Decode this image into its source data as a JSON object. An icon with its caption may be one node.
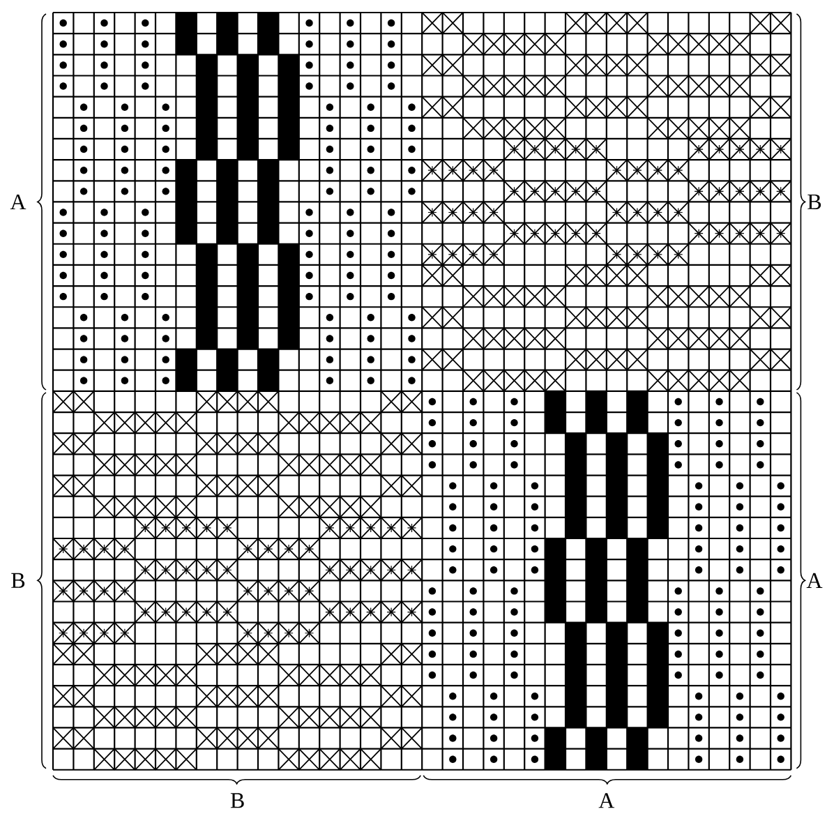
{
  "diagram": {
    "labels": [
      "A",
      "B",
      "B",
      "A",
      "B",
      "A"
    ]
  }
}
